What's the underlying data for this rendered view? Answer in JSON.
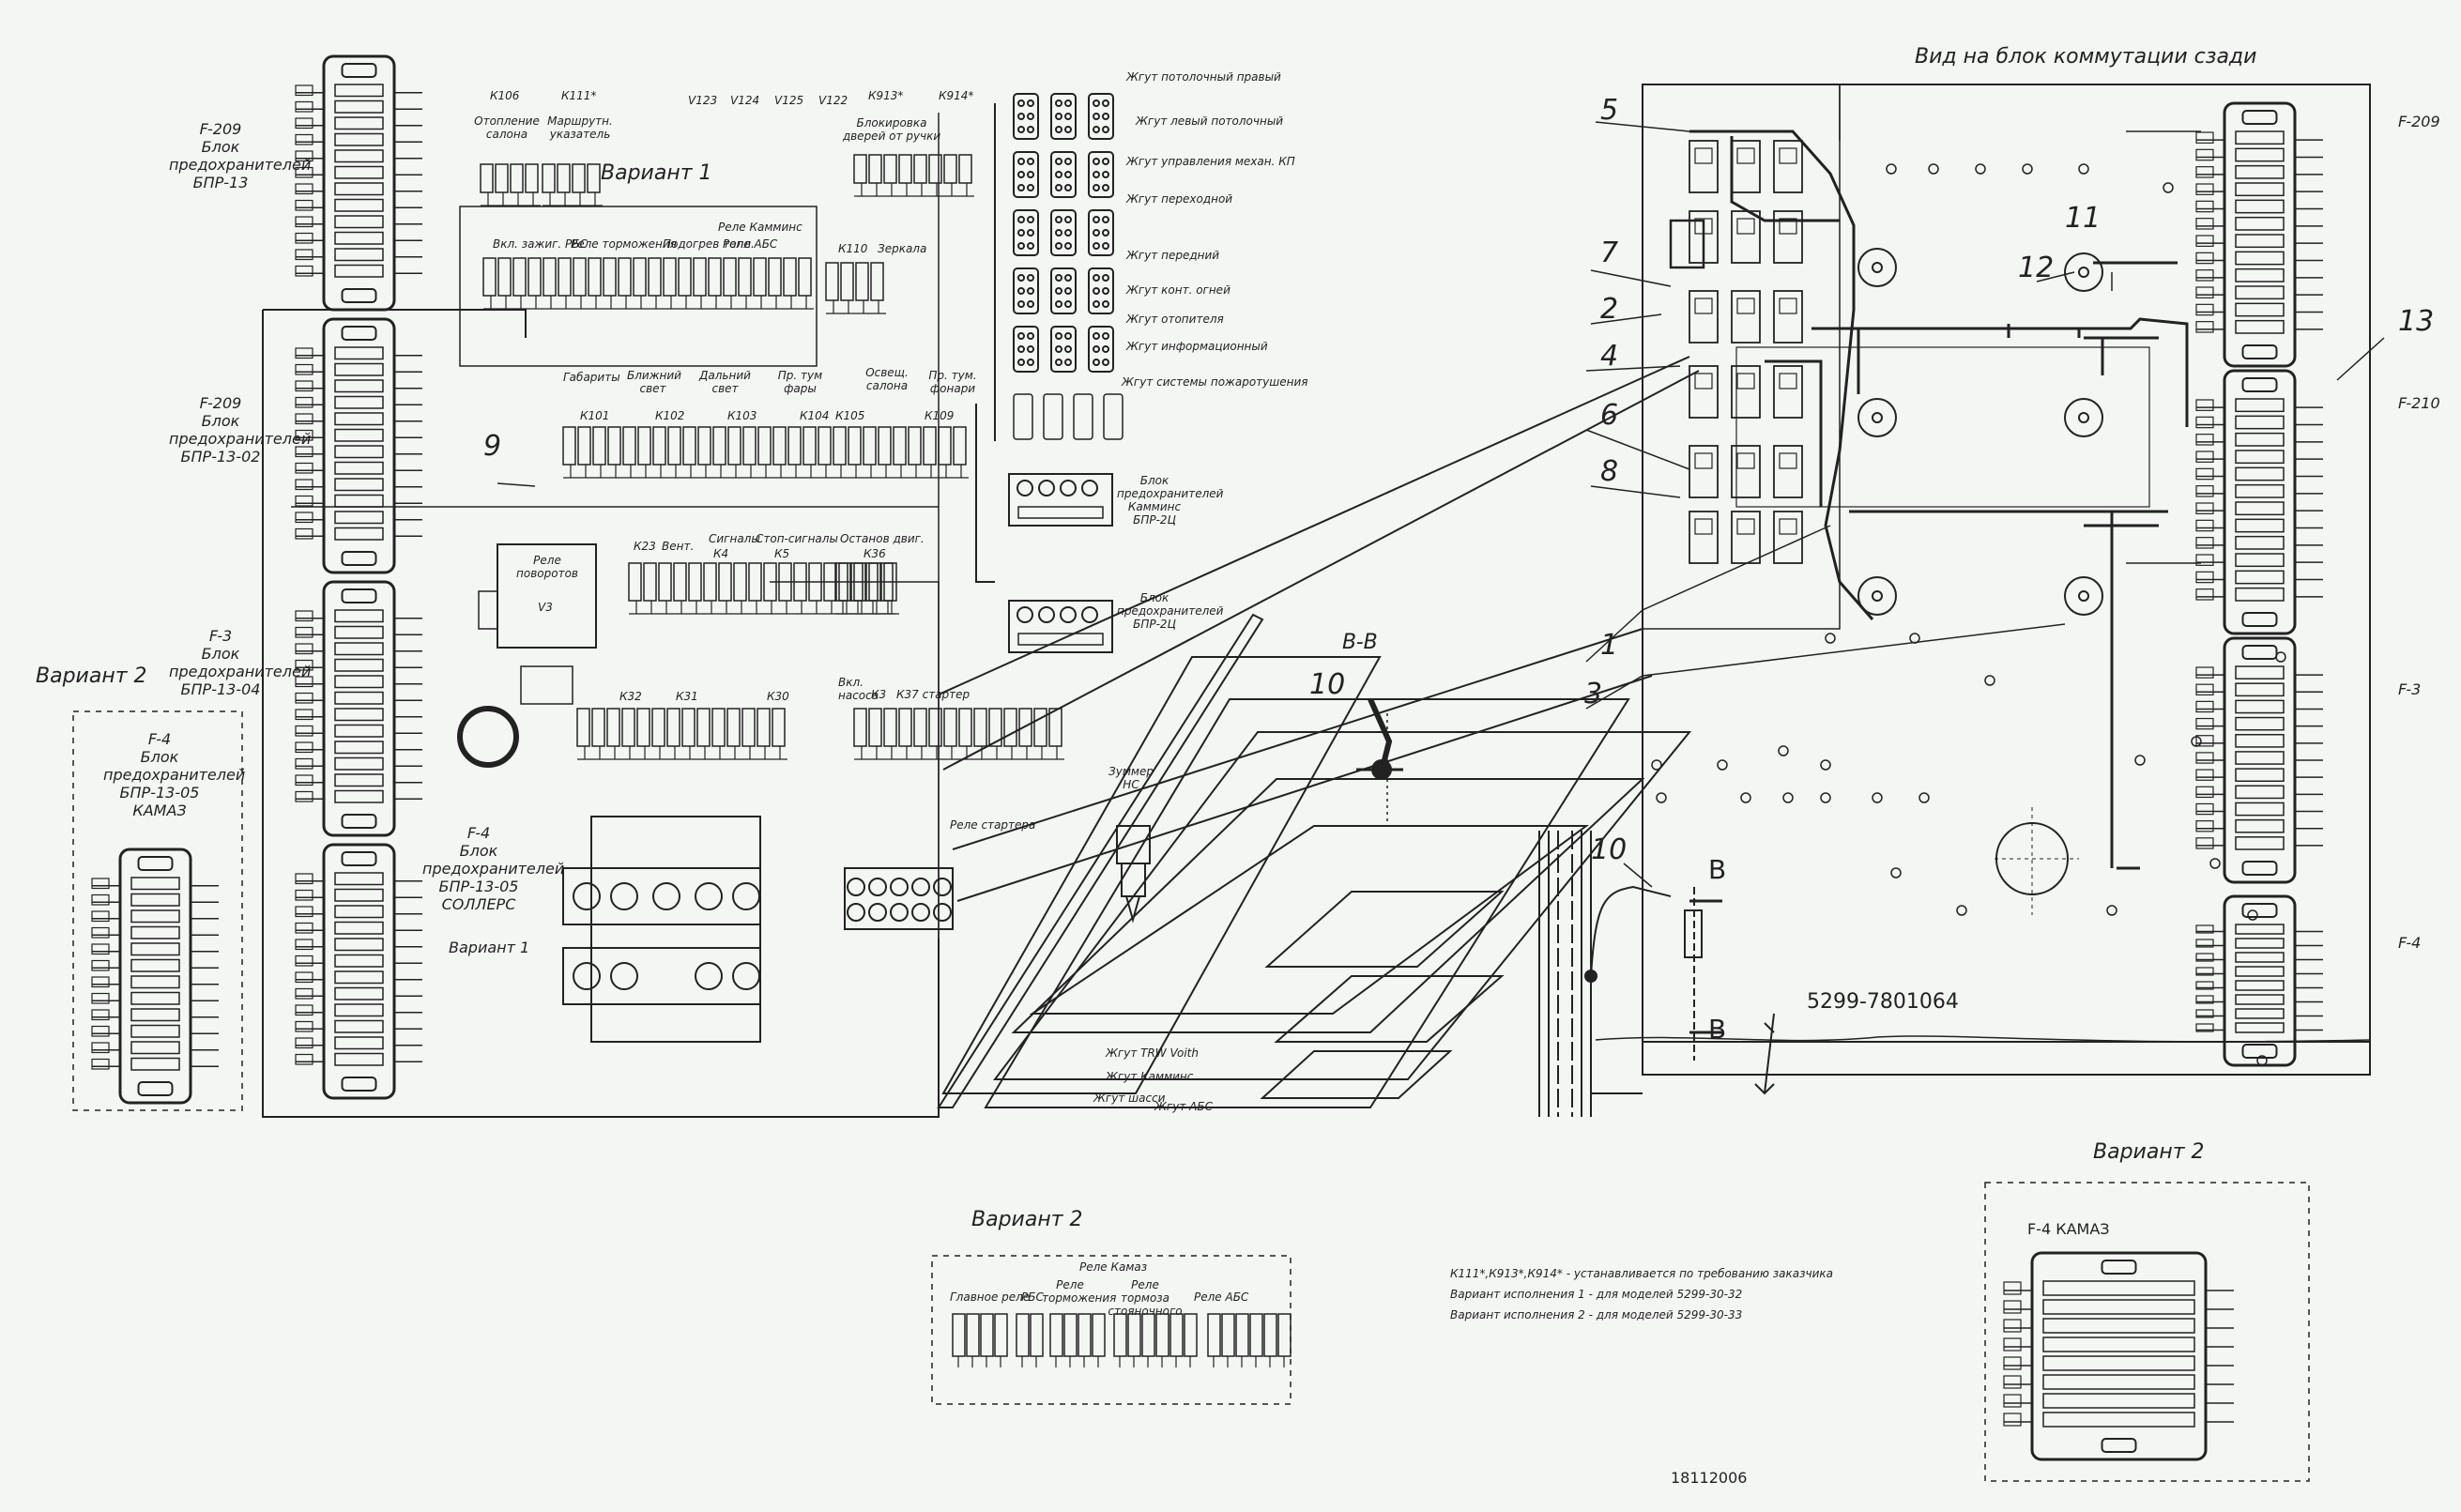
{
  "title_rear": "Вид на блок коммутации сзади",
  "section_bb": "B-B",
  "section_letter": "B",
  "part_number": "5299-7801064",
  "doc_number": "18112006",
  "variant1": "Вариант 1",
  "variant2": "Вариант 2",
  "callouts": [
    "1",
    "2",
    "3",
    "4",
    "5",
    "6",
    "7",
    "8",
    "9",
    "10",
    "11",
    "12",
    "13"
  ],
  "fuse_blocks": {
    "f209_1": {
      "code": "F-209",
      "name": "Блок предохранителей",
      "model": "БПР-13"
    },
    "f209_2": {
      "code": "F-209",
      "name": "Блок предохранителей",
      "model": "БПР-13-02"
    },
    "f3": {
      "code": "F-3",
      "name": "Блок предохранителей",
      "model": "БПР-13-04"
    },
    "f4_left": {
      "code": "F-4",
      "name": "Блок предохранителей",
      "model": "БПР-13-05",
      "extra": "КАМАЗ"
    },
    "f4_mid": {
      "code": "F-4",
      "name": "Блок предохранителей",
      "model": "БПР-13-05",
      "extra": "СОЛЛЕРС"
    },
    "f4_var2": "F-4 КАМАЗ"
  },
  "right_fuse_labels": [
    "F-209",
    "F-210",
    "F-3",
    "F-4"
  ],
  "relays_top": [
    "К106",
    "К111*",
    "V123",
    "V124",
    "V125",
    "V122",
    "К913*",
    "К914*"
  ],
  "labels_top": [
    "Отопление салона",
    "Маршрутн. указатель",
    "Блокировка дверей от ручки",
    "Реле Камминс"
  ],
  "labels_row1": [
    "Вкл. зажиг. РБС",
    "Реле торможения",
    "Подогрев топл.",
    "Реле АБС",
    "К110",
    "Зеркала"
  ],
  "labels_row2": [
    "Габариты",
    "Ближний свет",
    "Дальний свет",
    "Пр. тум фары",
    "Освещ. салона",
    "Пр. тум. фонари"
  ],
  "relays_row2": [
    "К101",
    "К102",
    "К103",
    "К104",
    "К105",
    "К109"
  ],
  "labels_row3": [
    "Реле поворотов",
    "V3",
    "К23",
    "Вент.",
    "Сигналы",
    "К4",
    "Стоп-сигналы",
    "К5",
    "Останов двиг.",
    "К36"
  ],
  "relays_row4": [
    "К32",
    "К31",
    "К30"
  ],
  "label_pump": "Вкл. насоса",
  "label_k3": "К3",
  "label_k37": "К37 стартер",
  "label_start_relay": "Реле стартера",
  "label_buzzer": "Зуммер НС",
  "fuse_unit_labels": [
    {
      "name": "Блок предохранителей",
      "model": "Камминс БПР-2Ц"
    },
    {
      "name": "Блок предохранителей",
      "model": "БПР-2Ц"
    }
  ],
  "harness_labels": [
    "Жгут потолочный правый",
    "Жгут левый потолочный",
    "Жгут управления механ. КП",
    "Жгут переходной",
    "Жгут передний",
    "Жгут конт. огней",
    "Жгут отопителя",
    "Жгут информационный",
    "Жгут системы пожаротушения"
  ],
  "harness_bottom": [
    "Жгут TRW Voith",
    "Жгут Камминс",
    "Жгут шасси",
    "Жгут АБС"
  ],
  "variant2_relay": {
    "title": "Реле Камаз",
    "items": [
      "Главное реле",
      "РБС",
      "Реле торможения",
      "Реле тормоза стояночного",
      "Реле АБС"
    ]
  },
  "notes": [
    "К111*,К913*,К914* - устанавливается по требованию заказчика",
    "Вариант исполнения 1 - для моделей 5299-30-32",
    "Вариант исполнения 2 - для моделей 5299-30-33"
  ],
  "colors": {
    "line": "#222222",
    "paper": "#f4f6f4",
    "fill": "#ffffff"
  }
}
